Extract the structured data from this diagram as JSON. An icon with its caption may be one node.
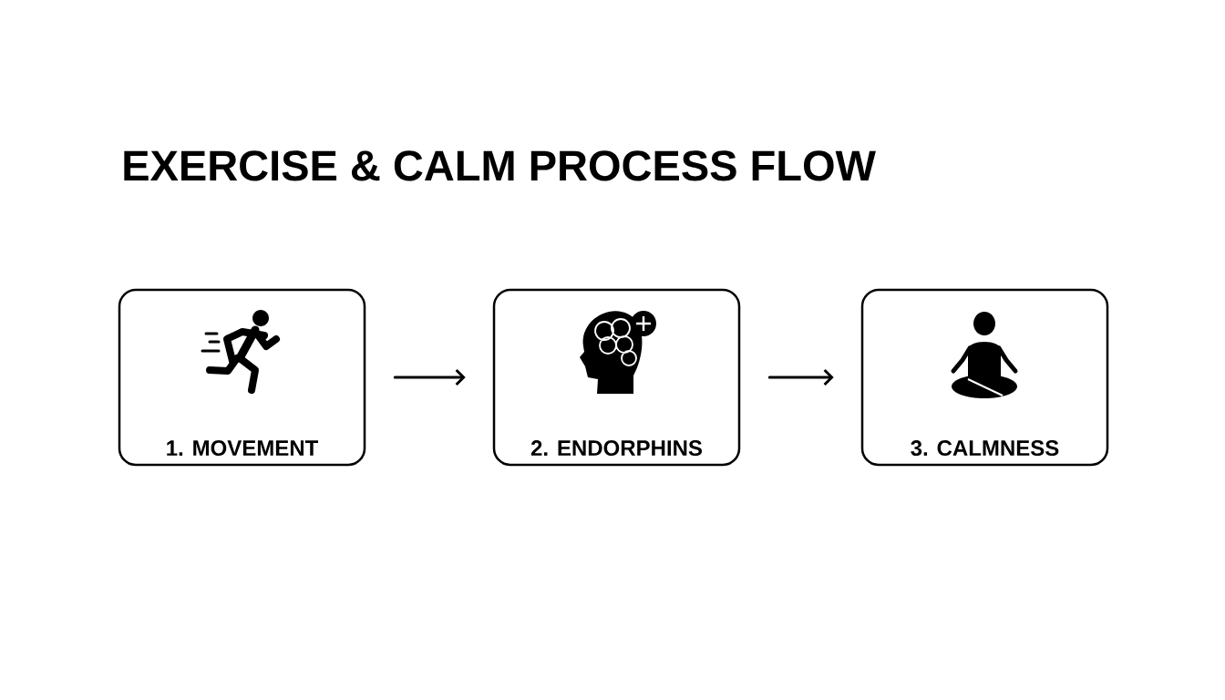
{
  "diagram": {
    "title": "EXERCISE & CALM PROCESS FLOW",
    "nodes": [
      {
        "text": [
          "1. MOVEMENT"
        ]
      },
      {
        "text": [
          "2. ENDORPHINS"
        ]
      },
      {
        "text": [
          "3. CALMNESS"
        ]
      }
    ],
    "edges": [
      {
        "from": 0,
        "to": 1,
        "arrow": "to"
      },
      {
        "from": 1,
        "to": 2,
        "arrow": "to"
      }
    ]
  }
}
